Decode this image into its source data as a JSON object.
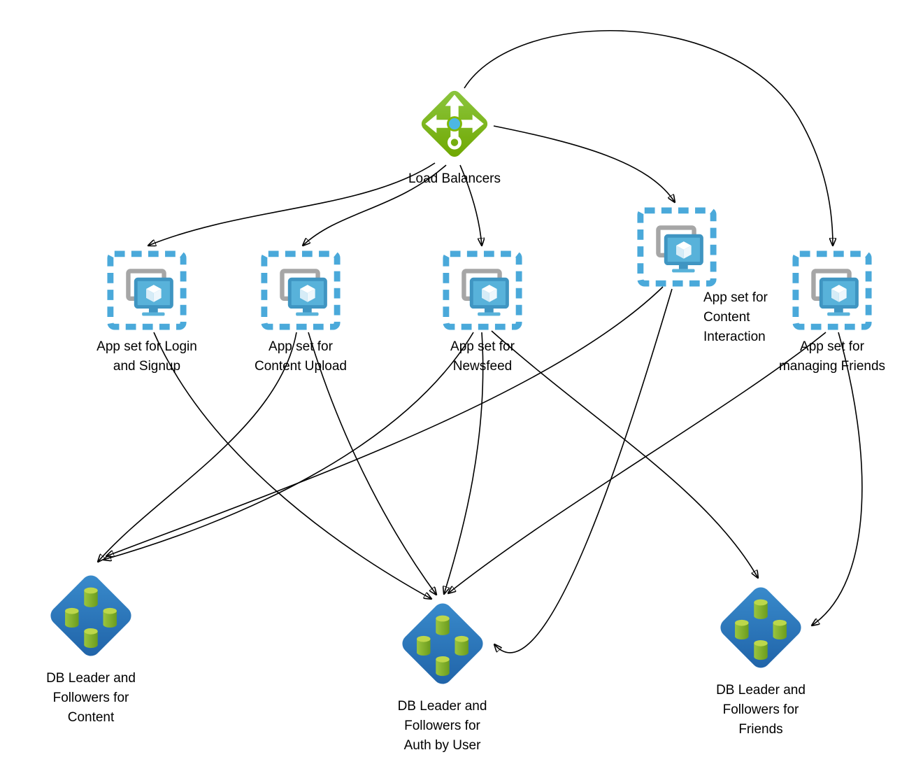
{
  "diagram_title": "Social network architecture diagram",
  "nodes": {
    "load_balancers": {
      "label": "Load Balancers",
      "icon": "load-balancer-icon"
    },
    "app_login_signup": {
      "label": "App set for Login\nand Signup",
      "icon": "vm-scale-set-icon"
    },
    "app_content_upload": {
      "label": "App set for\nContent Upload",
      "icon": "vm-scale-set-icon"
    },
    "app_newsfeed": {
      "label": "App set for\nNewsfeed",
      "icon": "vm-scale-set-icon"
    },
    "app_content_interaction": {
      "label": "App set for\nContent\nInteraction",
      "icon": "vm-scale-set-icon"
    },
    "app_managing_friends": {
      "label": "App set for\nmanaging Friends",
      "icon": "vm-scale-set-icon"
    },
    "db_content": {
      "label": "DB Leader and\nFollowers for\nContent",
      "icon": "db-pool-icon"
    },
    "db_auth": {
      "label": "DB Leader and\nFollowers for\nAuth by User",
      "icon": "db-pool-icon"
    },
    "db_friends": {
      "label": "DB Leader and\nFollowers for\nFriends",
      "icon": "db-pool-icon"
    }
  },
  "edges": [
    {
      "from": "load_balancers",
      "to": "app_login_signup"
    },
    {
      "from": "load_balancers",
      "to": "app_content_upload"
    },
    {
      "from": "load_balancers",
      "to": "app_newsfeed"
    },
    {
      "from": "load_balancers",
      "to": "app_content_interaction"
    },
    {
      "from": "load_balancers",
      "to": "app_managing_friends"
    },
    {
      "from": "app_login_signup",
      "to": "db_auth"
    },
    {
      "from": "app_content_upload",
      "to": "db_content"
    },
    {
      "from": "app_content_upload",
      "to": "db_auth"
    },
    {
      "from": "app_newsfeed",
      "to": "db_content"
    },
    {
      "from": "app_newsfeed",
      "to": "db_auth"
    },
    {
      "from": "app_newsfeed",
      "to": "db_friends"
    },
    {
      "from": "app_content_interaction",
      "to": "db_content"
    },
    {
      "from": "app_content_interaction",
      "to": "db_auth"
    },
    {
      "from": "app_managing_friends",
      "to": "db_friends"
    },
    {
      "from": "app_managing_friends",
      "to": "db_auth"
    }
  ],
  "colors": {
    "edge": "#000000",
    "app_dashed_border": "#4aa9da",
    "monitor_blue": "#58b2da",
    "monitor_gray": "#a6a6a6",
    "lb_green": "#7fb800",
    "lb_center_blue": "#4cb7e4",
    "db_diamond_blue": "#2878be",
    "cylinder_green": "#79ae27",
    "cylinder_top_green": "#bcd74a"
  }
}
